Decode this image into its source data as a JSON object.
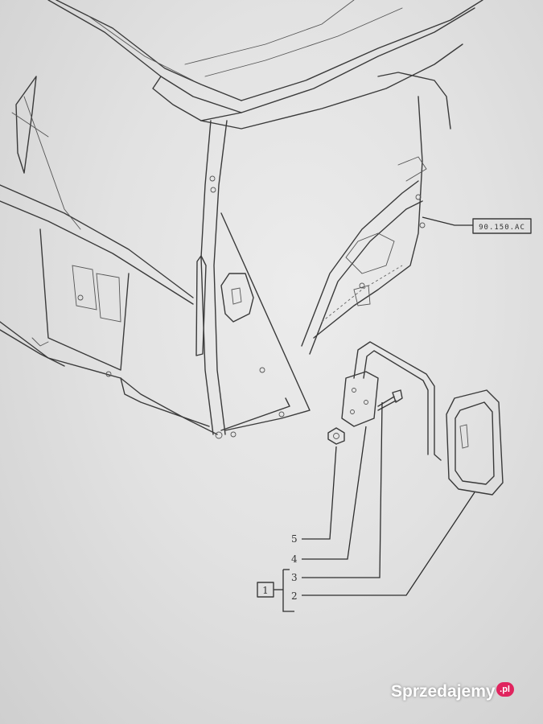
{
  "diagram": {
    "reference_tag": "90.150.AC",
    "kit_box_label": "1",
    "callouts": [
      {
        "number": "5",
        "part": "nut"
      },
      {
        "number": "4",
        "part": "mounting-plate"
      },
      {
        "number": "3",
        "part": "bolt"
      },
      {
        "number": "2",
        "part": "mirror"
      }
    ]
  },
  "watermark": {
    "text": "Sprzedajemy",
    "badge": ".pl",
    "color": "#ffffff",
    "badge_color": "#e0245e"
  }
}
